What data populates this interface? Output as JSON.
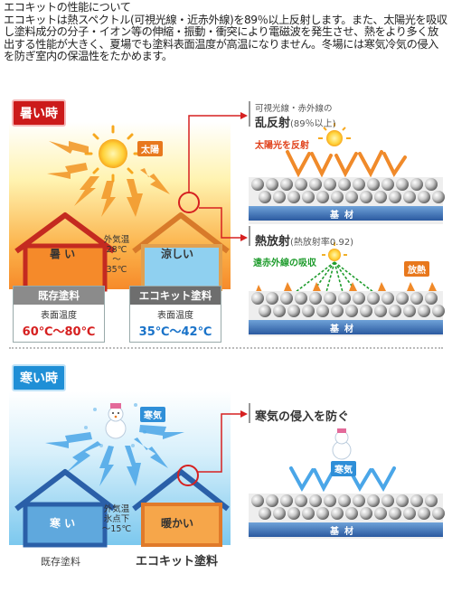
{
  "intro": {
    "heading": "エコキットの性能について",
    "body": "エコキットは熱スペクトル(可視光線・近赤外線)を89％以上反射します。また、太陽光を吸収し塗料成分の分子・イオン等の伸縮・振動・衝突により電磁波を発生させ、熱をより多く放出する性能が大きく、夏場でも塗料表面温度が高温になりません。冬場には寒気冷気の侵入を防ぎ室内の保温性をたかめます。"
  },
  "hot": {
    "badge": "暑い時",
    "sun_label": "太陽",
    "room_left": "暑 い",
    "room_right": "涼しい",
    "outside_temp": [
      "外気温",
      "28℃",
      "〜",
      "35℃"
    ],
    "box_existing": {
      "title": "既存塗料",
      "sub": "表面温度",
      "value": "60℃〜80℃"
    },
    "box_eco": {
      "title": "エコキット塗料",
      "sub": "表面温度",
      "value": "35℃〜42℃"
    },
    "panel1": {
      "caption": "可視光線・赤外線の",
      "title": "乱反射",
      "note": "(89％以上)",
      "label": "太陽光を反射",
      "base": "基材"
    },
    "panel2": {
      "title": "熱放射",
      "note": "(熱放射率0.92)",
      "label_left": "遠赤外線の吸収",
      "label_right": "放熱",
      "base": "基材"
    }
  },
  "cold": {
    "badge": "寒い時",
    "cold_label": "寒気",
    "room_left": "寒 い",
    "room_right": "暖かい",
    "outside_temp": [
      "外気温",
      "氷点下",
      "〜15℃"
    ],
    "caption_left": "既存塗料",
    "caption_right": "エコキット塗料",
    "panel": {
      "title": "寒気の侵入を防ぐ",
      "label": "寒気",
      "base": "基材"
    }
  },
  "colors": {
    "hot_red": "#cc1a1a",
    "cold_blue": "#1f8fd6",
    "orange": "#e8781d"
  }
}
